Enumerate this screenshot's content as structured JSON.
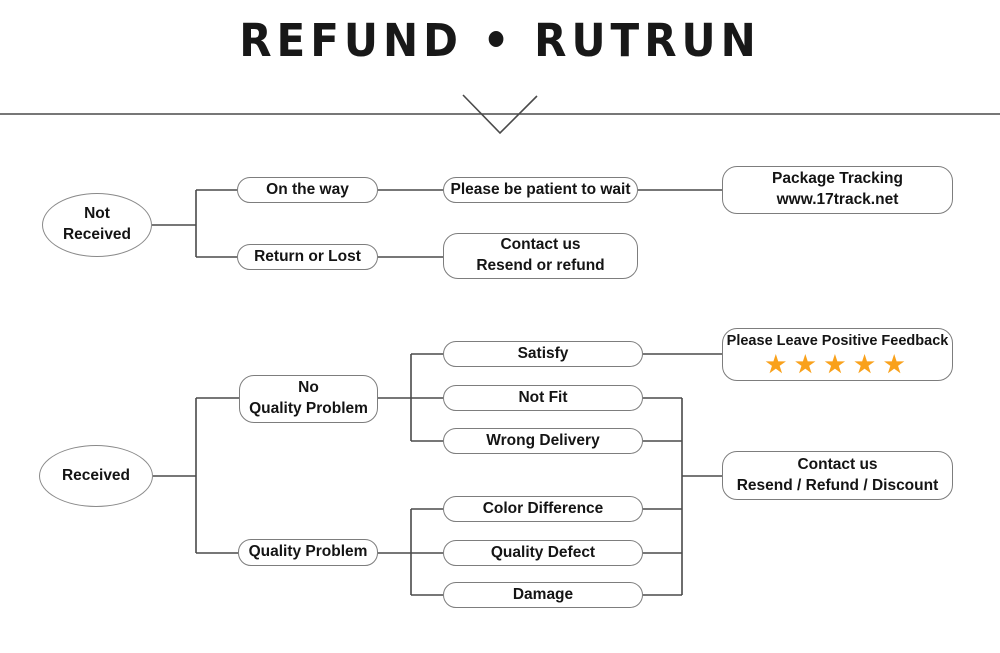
{
  "title": "REFUND • RUTRUN",
  "colors": {
    "star": "#F9A11B",
    "line": "#4a4a4a",
    "box_border": "#7d7d7d"
  },
  "nodes": {
    "not_received": {
      "line1": "Not",
      "line2": "Received"
    },
    "received": {
      "label": "Received"
    },
    "on_the_way": {
      "label": "On the way"
    },
    "return_or_lost": {
      "label": "Return or Lost"
    },
    "please_wait": {
      "label": "Please be patient to wait"
    },
    "package_tracking": {
      "line1": "Package Tracking",
      "line2": "www.17track.net"
    },
    "contact_not_received": {
      "line1": "Contact us",
      "line2": "Resend or refund"
    },
    "no_quality_problem": {
      "line1": "No",
      "line2": "Quality Problem"
    },
    "quality_problem": {
      "label": "Quality Problem"
    },
    "satisfy": {
      "label": "Satisfy"
    },
    "not_fit": {
      "label": "Not Fit"
    },
    "wrong_delivery": {
      "label": "Wrong Delivery"
    },
    "color_difference": {
      "label": "Color Difference"
    },
    "quality_defect": {
      "label": "Quality Defect"
    },
    "damage": {
      "label": "Damage"
    },
    "feedback": {
      "label": "Please Leave Positive Feedback",
      "stars": "★★★★★"
    },
    "contact_received": {
      "line1": "Contact us",
      "line2": "Resend / Refund / Discount"
    }
  }
}
